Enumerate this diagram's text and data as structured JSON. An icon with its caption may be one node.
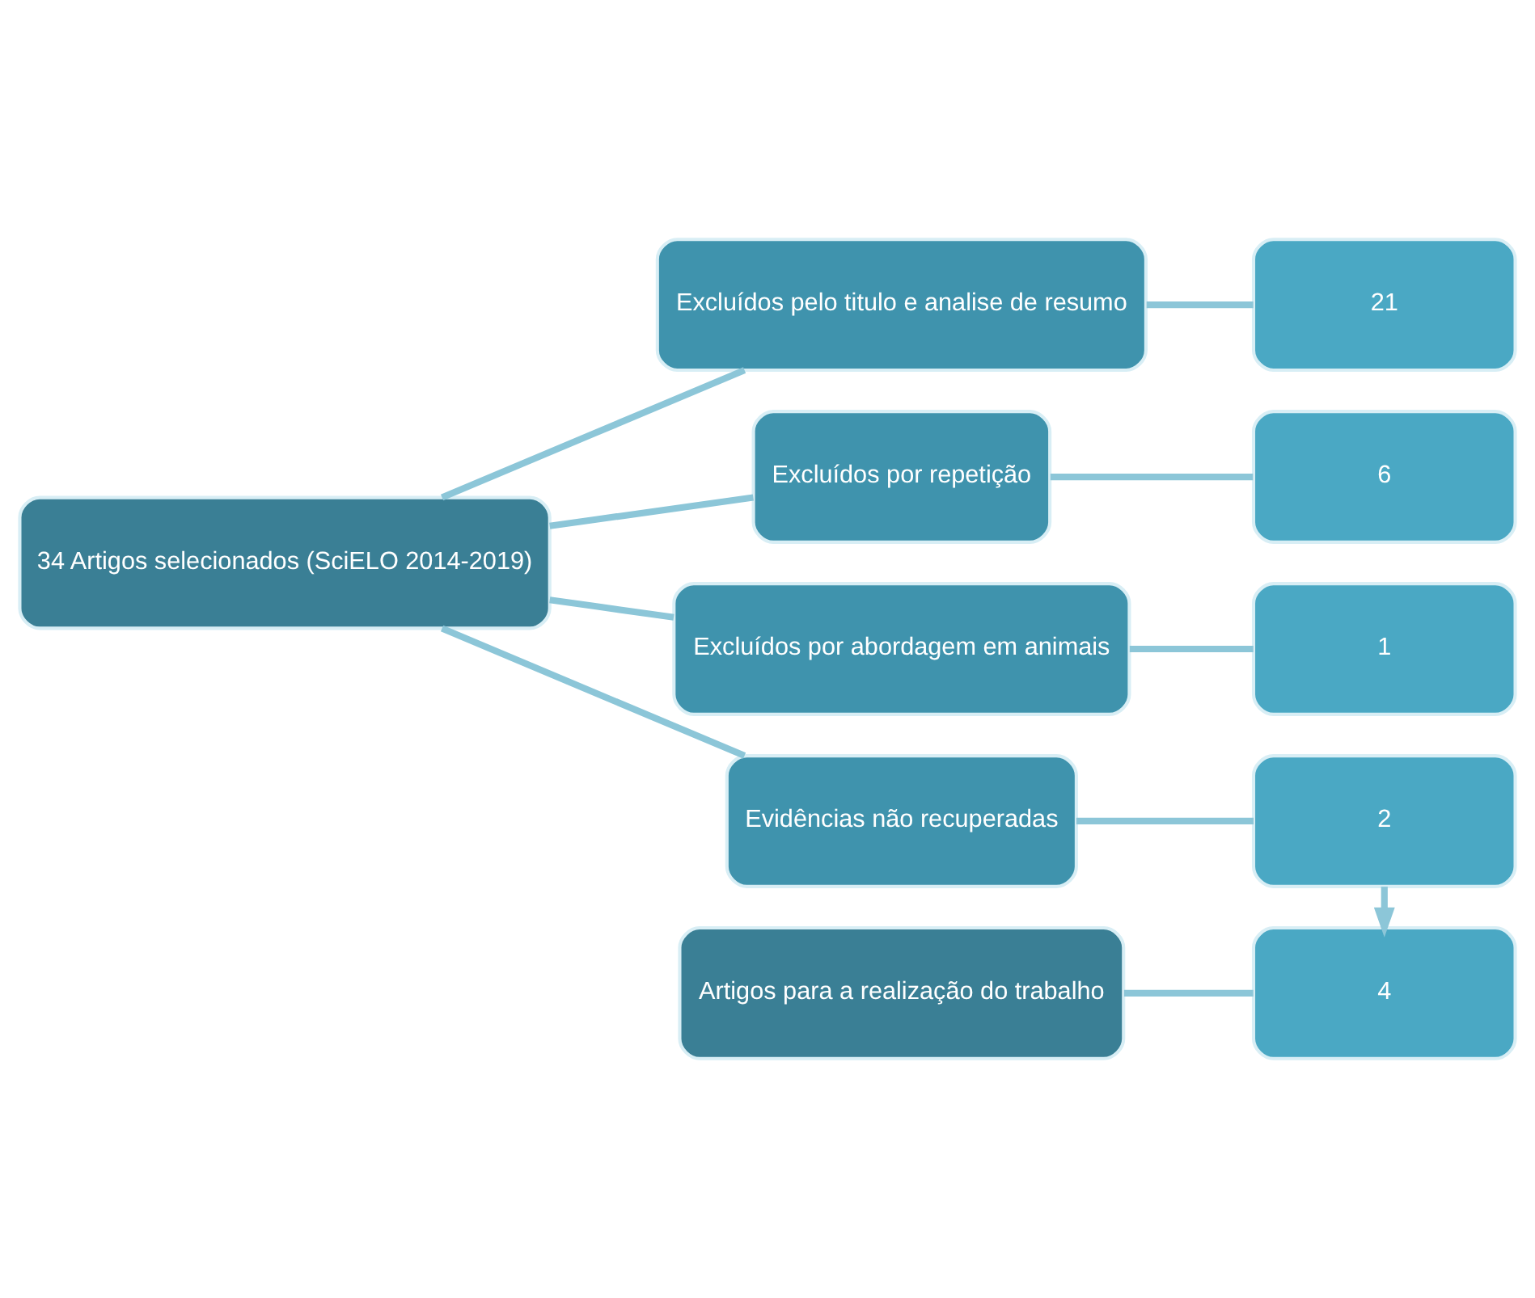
{
  "diagram": {
    "nodes": [
      {
        "text": [
          "34 Artigos selecionados (SciELO 2014-2019)"
        ]
      },
      {
        "text": [
          "Excluídos pelo titulo e analise de resumo"
        ]
      },
      {
        "text": [
          "21"
        ]
      },
      {
        "text": [
          "Excluídos por repetição"
        ]
      },
      {
        "text": [
          "6"
        ]
      },
      {
        "text": [
          "Excluídos por abordagem em animais"
        ]
      },
      {
        "text": [
          "1"
        ]
      },
      {
        "text": [
          "Evidências não recuperadas"
        ]
      },
      {
        "text": [
          "2"
        ]
      },
      {
        "text": [
          "Artigos para a realização do trabalho"
        ]
      },
      {
        "text": [
          "4"
        ]
      }
    ],
    "edges": [
      {
        "from": 0,
        "to": 1,
        "arrow": "none"
      },
      {
        "from": 0,
        "to": 3,
        "arrow": "none"
      },
      {
        "from": 0,
        "to": 5,
        "arrow": "none"
      },
      {
        "from": 0,
        "to": 7,
        "arrow": "none"
      },
      {
        "from": 1,
        "to": 2,
        "arrow": "none"
      },
      {
        "from": 3,
        "to": 4,
        "arrow": "none"
      },
      {
        "from": 5,
        "to": 6,
        "arrow": "none"
      },
      {
        "from": 7,
        "to": 8,
        "arrow": "none"
      },
      {
        "from": 8,
        "to": 10,
        "arrow": "to"
      },
      {
        "from": 9,
        "to": 10,
        "arrow": "none"
      }
    ]
  }
}
